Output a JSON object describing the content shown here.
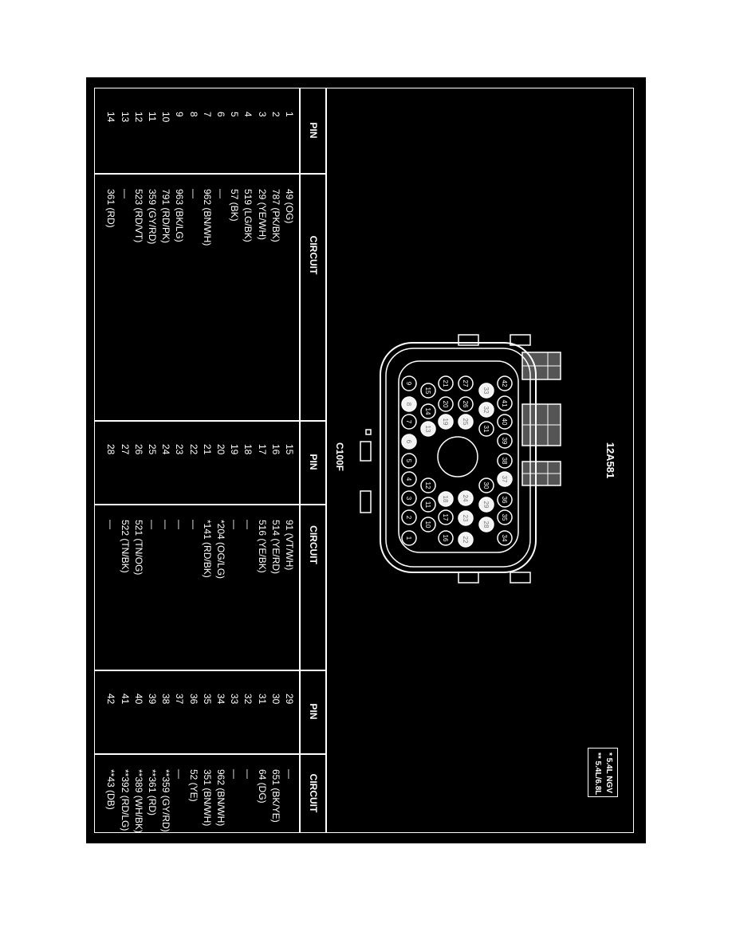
{
  "component_id": "12A581",
  "connector_id": "C100F",
  "legend": [
    "* 5.4L NGV",
    "** 5.4L/6.8L"
  ],
  "table": {
    "pin_header": "PIN",
    "circuit_header": "CIRCUIT",
    "columns": [
      [
        {
          "pin": "1",
          "circuit": "49 (OG)"
        },
        {
          "pin": "2",
          "circuit": "787 (PK/BK)"
        },
        {
          "pin": "3",
          "circuit": "29 (YE/WH)"
        },
        {
          "pin": "4",
          "circuit": "519 (LG/BK)"
        },
        {
          "pin": "5",
          "circuit": "57 (BK)"
        },
        {
          "pin": "6",
          "circuit": "—"
        },
        {
          "pin": "7",
          "circuit": "962 (BN/WH)"
        },
        {
          "pin": "8",
          "circuit": "—"
        },
        {
          "pin": "9",
          "circuit": "963 (BK/LG)"
        },
        {
          "pin": "10",
          "circuit": "791 (RD/PK)"
        },
        {
          "pin": "11",
          "circuit": "359 (GY/RD)"
        },
        {
          "pin": "12",
          "circuit": "523 (RD/VT)"
        },
        {
          "pin": "13",
          "circuit": "—"
        },
        {
          "pin": "14",
          "circuit": "361 (RD)"
        }
      ],
      [
        {
          "pin": "15",
          "circuit": "91 (VT/WH)"
        },
        {
          "pin": "16",
          "circuit": "514 (YE/RD)"
        },
        {
          "pin": "17",
          "circuit": "516 (YE/BK)"
        },
        {
          "pin": "18",
          "circuit": "—"
        },
        {
          "pin": "19",
          "circuit": "—"
        },
        {
          "pin": "20",
          "circuit": "*204 (OG/LG)"
        },
        {
          "pin": "21",
          "circuit": "*141 (RD/BK)"
        },
        {
          "pin": "22",
          "circuit": "—"
        },
        {
          "pin": "23",
          "circuit": "—"
        },
        {
          "pin": "24",
          "circuit": "—"
        },
        {
          "pin": "25",
          "circuit": "—"
        },
        {
          "pin": "26",
          "circuit": "521 (TN/OG)"
        },
        {
          "pin": "27",
          "circuit": "522 (TN/BK)"
        },
        {
          "pin": "28",
          "circuit": "—"
        }
      ],
      [
        {
          "pin": "29",
          "circuit": "—"
        },
        {
          "pin": "30",
          "circuit": "651 (BK/YE)"
        },
        {
          "pin": "31",
          "circuit": "64 (DG)"
        },
        {
          "pin": "32",
          "circuit": "—"
        },
        {
          "pin": "33",
          "circuit": "—"
        },
        {
          "pin": "34",
          "circuit": "962 (BN/WH)"
        },
        {
          "pin": "35",
          "circuit": "351 (BN/WH)"
        },
        {
          "pin": "36",
          "circuit": "52 (YE)"
        },
        {
          "pin": "37",
          "circuit": "—"
        },
        {
          "pin": "38",
          "circuit": "**359 (GY/RD)"
        },
        {
          "pin": "39",
          "circuit": "**361 (RD)"
        },
        {
          "pin": "40",
          "circuit": "**389 (WH/BK)"
        },
        {
          "pin": "41",
          "circuit": "**392 (RD/LG)"
        },
        {
          "pin": "42",
          "circuit": "**43 (DB)"
        }
      ]
    ]
  },
  "connector_pins": {
    "labels": [
      "1",
      "2",
      "3",
      "4",
      "5",
      "6",
      "7",
      "8",
      "9",
      "10",
      "11",
      "12",
      "13",
      "14",
      "15",
      "16",
      "17",
      "18",
      "19",
      "20",
      "21",
      "22",
      "23",
      "24",
      "25",
      "26",
      "27",
      "28",
      "29",
      "30",
      "31",
      "32",
      "33",
      "34",
      "35",
      "36",
      "37",
      "38",
      "39",
      "40",
      "41",
      "42"
    ],
    "filled": [
      "6",
      "8",
      "13",
      "18",
      "19",
      "22",
      "23",
      "24",
      "25",
      "28",
      "29",
      "32",
      "33",
      "37"
    ]
  },
  "colors": {
    "background": "#000000",
    "ink": "#ffffff",
    "page": "#ffffff"
  }
}
